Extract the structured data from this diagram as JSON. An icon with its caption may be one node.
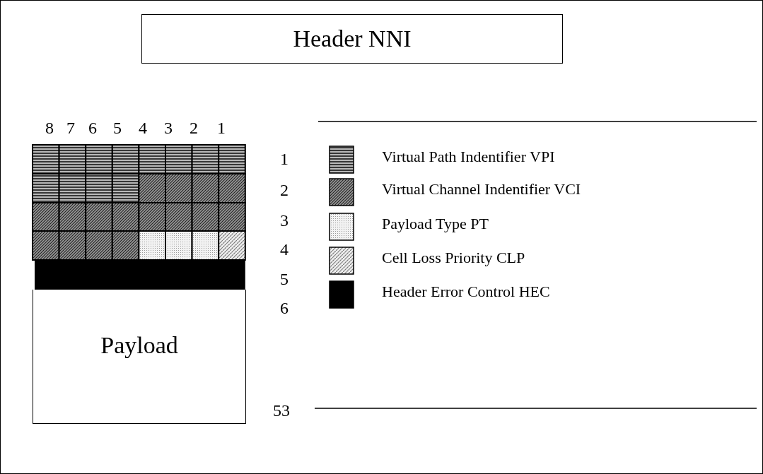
{
  "diagram": {
    "title": "Header NNI",
    "nodes": [
      {
        "text": [
          "Payload"
        ]
      }
    ],
    "edges": [],
    "labels": [
      "8",
      "7",
      "6",
      "5",
      "4",
      "3",
      "2",
      "1",
      "1",
      "2",
      "3",
      "4",
      "5",
      "6",
      "53"
    ],
    "legend": [
      {
        "text": "Virtual Path Indentifier VPI"
      },
      {
        "text": "Virtual Channel Indentifier VCI"
      },
      {
        "text": "Payload Type PT"
      },
      {
        "text": "Cell Loss Priority CLP"
      },
      {
        "text": "Header Error Control HEC",
        "color": "#000000"
      }
    ]
  }
}
